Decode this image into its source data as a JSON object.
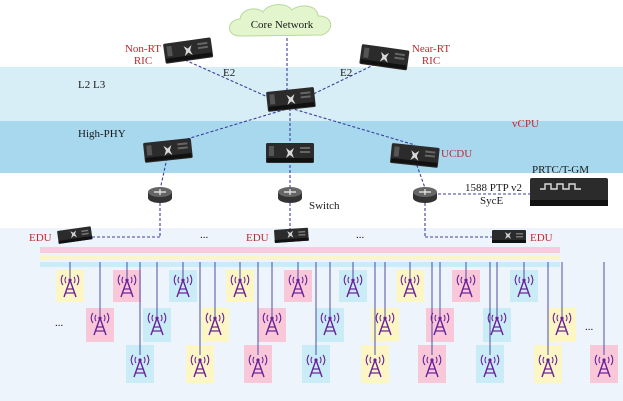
{
  "cloud_label": "Core Network",
  "ric": {
    "non_rt_line1": "Non-RT",
    "non_rt_line2": "RIC",
    "near_rt_line1": "Near-RT",
    "near_rt_line2": "RIC",
    "e2_left": "E2",
    "e2_right": "E2"
  },
  "bands": {
    "l2l3": "L2 L3",
    "high_phy": "High-PHY",
    "vcpu": "vCPU",
    "ucdu": "UCDU"
  },
  "timing": {
    "prtc": "PRTC/T-GM",
    "ptp": "1588 PTP v2",
    "synce": "SycE"
  },
  "switch_label": "Switch",
  "edu": {
    "left": "EDU",
    "middle": "EDU",
    "right": "EDU"
  },
  "ellipses": {
    "top_left": "...",
    "top_right": "...",
    "row2_left": "...",
    "row2_right": "..."
  },
  "colors": {
    "band_top": "#d7eef6",
    "band_mid": "#a8d8ee",
    "bottom_bg": "#eef4fb",
    "cloud": "#e3f5cc",
    "link": "#3d3f9c",
    "tower": "#6a1f9a",
    "red_text": "#c0282e",
    "tile_yellow": "#fbf6c4",
    "tile_pink": "#f8c8d8",
    "tile_cyan": "#c9ecf6"
  },
  "icons": {
    "server": "server-box-icon",
    "router": "router-icon",
    "tower": "cell-tower-icon",
    "cloud": "cloud-icon"
  }
}
